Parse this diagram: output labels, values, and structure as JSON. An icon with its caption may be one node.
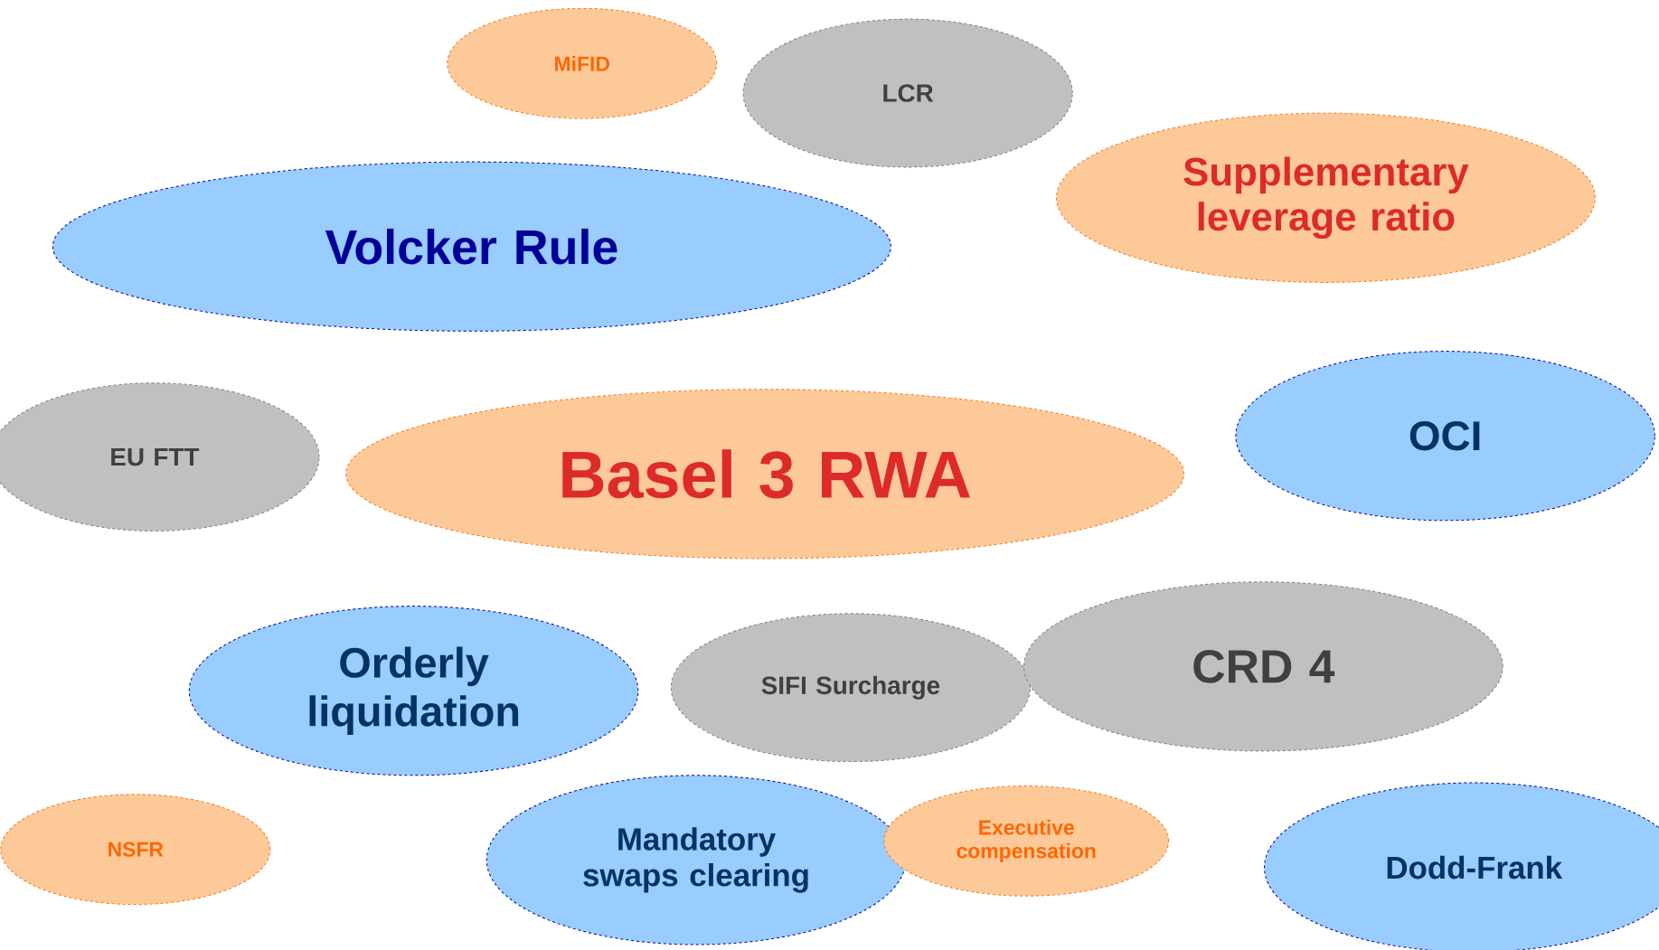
{
  "diagram": {
    "nodes": [
      {
        "text": [
          "MiFID"
        ]
      },
      {
        "text": [
          "LCR"
        ]
      },
      {
        "text": [
          "Supplementary leverage ratio"
        ]
      },
      {
        "text": [
          "Volcker Rule"
        ]
      },
      {
        "text": [
          "EU FTT"
        ]
      },
      {
        "text": [
          "Basel 3 RWA"
        ]
      },
      {
        "text": [
          "OCI"
        ]
      },
      {
        "text": [
          "Orderly liquidation"
        ]
      },
      {
        "text": [
          "SIFI Surcharge"
        ]
      },
      {
        "text": [
          "CRD 4"
        ]
      },
      {
        "text": [
          "NSFR"
        ]
      },
      {
        "text": [
          "Mandatory swaps clearing"
        ]
      },
      {
        "text": [
          "Executive compensation"
        ]
      },
      {
        "text": [
          "Dodd-Frank"
        ]
      }
    ],
    "edges": []
  }
}
